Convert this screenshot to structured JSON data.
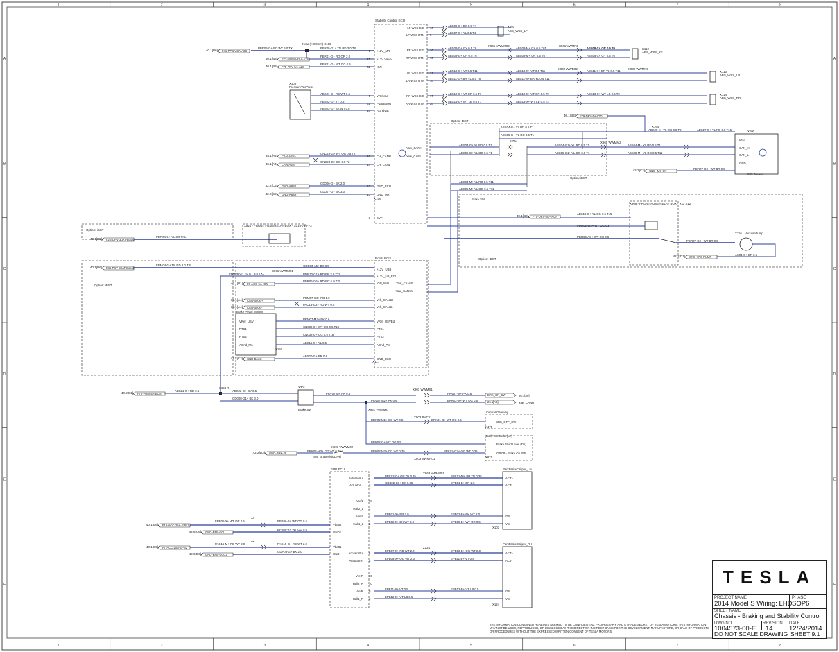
{
  "grid": {
    "columns": [
      "1",
      "2",
      "3",
      "4",
      "5",
      "6",
      "7",
      "8"
    ],
    "rows": [
      "A",
      "B",
      "C",
      "D",
      "E",
      "F"
    ]
  },
  "ecus": {
    "stability": {
      "title": "Stability Control ECU",
      "ref": "X106"
    },
    "boost": {
      "title": "Boost ECU",
      "ref": "X117"
    },
    "epb": {
      "title": "EPB ECU"
    },
    "epb_lh": {
      "title": "ParkBrakeCaliper_LH",
      "ref": "X103"
    },
    "epb_rh": {
      "title": "ParkBrakeCaliper_RH",
      "ref": "X124"
    },
    "brake_pedal": {
      "title": "Brake Pedal Sensor",
      "ref": "X116"
    },
    "ims": {
      "title": "IMS Sensor",
      "ref": "X100"
    },
    "pressure": {
      "title": "PressureVacPress",
      "ref": "X103"
    },
    "vacuum_pump": {
      "title": "VacuumPump",
      "ref": "X116"
    },
    "central_gateway": {
      "title": "Central Gateway",
      "ref": "X475"
    },
    "body_controller": {
      "title": "Body Controller(LH)",
      "ref": "X821"
    }
  },
  "wheel_sensors": [
    {
      "id": "X101",
      "name": "ABS_WSS_LF"
    },
    {
      "id": "X112",
      "name": "ABS_WSS_RF"
    },
    {
      "id": "X113",
      "name": "ABS_WSS_LR"
    },
    {
      "id": "X114",
      "name": "ABS_WSS_RR"
    }
  ],
  "pins_left": [
    {
      "name": "LF WSS SIG",
      "pin": "10"
    },
    {
      "name": "LF WSS RTN",
      "pin": "8"
    },
    {
      "name": "RF WSS SIG",
      "pin": "16"
    },
    {
      "name": "RF WSS RTN",
      "pin": "15"
    },
    {
      "name": "LR WSS SIG",
      "pin": "31"
    },
    {
      "name": "LR WSS RTN",
      "pin": "18"
    },
    {
      "name": "RR WSS SIG",
      "pin": "17"
    },
    {
      "name": "RR WSS RTN",
      "pin": "28"
    }
  ],
  "pins_stab": [
    {
      "name": "+12V_MR",
      "pin": "1"
    },
    {
      "name": "+12V Valve",
      "pin": "25"
    },
    {
      "name": "IGN",
      "pin": "32"
    },
    {
      "name": "VRefVac",
      "pin": "6"
    },
    {
      "name": "PVacBoost",
      "pin": "41"
    },
    {
      "name": "AGndVac",
      "pin": "10"
    },
    {
      "name": "CH_CANH",
      "pin": "26"
    },
    {
      "name": "CH_CANL",
      "pin": "14"
    },
    {
      "name": "GND_ECU",
      "pin": "10"
    },
    {
      "name": "GND_MR",
      "pin": "13"
    },
    {
      "name": "EVP",
      "pin": "3"
    }
  ],
  "pins_boost": [
    {
      "name": "+12V_UBB",
      "pin": "1"
    },
    {
      "name": "+12V_UB_ECU",
      "pin": "17"
    },
    {
      "name": "IGN_WAU",
      "pin": "20"
    },
    {
      "name": "Veh_CAN1H",
      "pin": "25"
    },
    {
      "name": "Veh_CAN1L",
      "pin": "16"
    },
    {
      "name": "VRef_USVEd",
      "pin": "2"
    },
    {
      "name": "PTS1",
      "pin": "22"
    },
    {
      "name": "PTS2",
      "pin": "23"
    },
    {
      "name": "AGnd_Pts",
      "pin": "8"
    },
    {
      "name": "GND_ECU",
      "pin": "5"
    },
    {
      "name": "Yaw_CAN1P",
      "pin": "16"
    },
    {
      "name": "Yaw_CAN1M",
      "pin": "2117"
    }
  ],
  "pins_pedal": [
    {
      "name": "VRef_USV",
      "pin": "1"
    },
    {
      "name": "PTS1",
      "pin": "2"
    },
    {
      "name": "PTS2",
      "pin": "4"
    },
    {
      "name": "AGnd_Pts",
      "pin": "3"
    }
  ],
  "pins_epb_lh": [
    {
      "name": "ActuatorL+",
      "pin": "4"
    },
    {
      "name": "ActuatorL-",
      "pin": "3"
    },
    {
      "name": "VrefL",
      "pin": "18"
    },
    {
      "name": "Hall2_L",
      "pin": "1"
    },
    {
      "name": "VrefL",
      "pin": "1"
    },
    {
      "name": "Hall1_L",
      "pin": "2"
    }
  ],
  "pins_epb_rh": [
    {
      "name": "ActuatorR+",
      "pin": "6"
    },
    {
      "name": "ActuatorR-",
      "pin": "5"
    },
    {
      "name": "VrefR",
      "pin": "15"
    },
    {
      "name": "Hall2_R",
      "pin": "10"
    },
    {
      "name": "VrefR",
      "pin": "9"
    },
    {
      "name": "Hall1_R",
      "pin": "3"
    }
  ],
  "pins_epb_ps": [
    {
      "name": "Vbatt2",
      "pin": "2"
    },
    {
      "name": "GND2",
      "pin": "7"
    },
    {
      "name": "Vbatt1",
      "pin": "8"
    },
    {
      "name": "GND",
      "pin": "9"
    }
  ],
  "pins_caliper": [
    {
      "name": "ACT+",
      "pin": "1"
    },
    {
      "name": "ACT-",
      "pin": "1"
    },
    {
      "name": "GS",
      "pin": "2"
    },
    {
      "name": "Vin",
      "pin": "1"
    }
  ],
  "wires": [
    "ABS06-G+ BK 0.5 T4",
    "ABS07-G+ YL 0.5 T4",
    "ABS08-G+ GY 0.5 T6",
    "ABS09-G+ OR 0.5 T6",
    "ABS08-M+ GY 0.5 T6T",
    "ABS09-M+ OR 0.5 T6T",
    "ABS08-X+ GY 0.5 T6",
    "ABS09-X+ OR 0.5 T6",
    "ABS10-G+ VT 0.5 T11",
    "ABS11-G+ BR YL 0.5 T6",
    "ABS10-M+ VT 0.5 T18",
    "ABS11-M+ BR YL 0.5 T18",
    "ABS10-X+ VT 0.5 T11",
    "ABS11-X+ BR YL 0.5 T11",
    "ABS12-G+ VT OR 0.5 T7",
    "ABS13-G+ WT LB 0.5 T7",
    "ABS12-M+ VT OR 0.5 T16",
    "ABS13-M+ WT LB 0.5 T15",
    "ABS12-X+ VT OR 0.5 T2",
    "ABS13-X+ WT LB 0.5 T2",
    "PBR05-G+ RD WT 6.0 TXL",
    "PBR05-G1+ TN RD 3.0 TXL",
    "PBR01-G+ RD OR 2.0",
    "PBR21-G+ WT OG 0.5",
    "ABS01-G+ RD WT 0.5",
    "ABS02-G+ YT 0.5",
    "ABS03-G+ BK WT 0.6",
    "CNC23-G+ WT OG 0.5 T2",
    "CNC24-G+ OG 0.5 T2",
    "GD006-G+ BK 2.0",
    "GD007-G+ BK 3.0",
    "ABS04-G+ YL RD 0.5 T1",
    "ABS05-G+ YL OG 0.5 T1",
    "ABS16-G+ YL RD 2.6 T10",
    "ABS16-G+ YL OG 0.5 T10",
    "ABS04-G1+ YL RD 0.5 T1",
    "ABS05-G1+ YL OG 0.5 T1",
    "ABS04-M+ YL RD 0.5 T11",
    "ABS05-M+ YL OG 0.5 T11",
    "ABS24-X+ YL RD 0.5 T2",
    "ABS25-X+ YL OG 0.5 T2",
    "ABS17-G+ YL RD 0.5 T15",
    "ABS18-G+ YL OG 0.5 T15",
    "PDR06-W5+ WT OG 0.5",
    "PDR06-AS+ WT OG 0.5",
    "PDR07-G2+ WT BR 0.5",
    "AS04-G+ BR 0.5",
    "PDR04-G+ YL 3.0 TXL",
    "EPM04-G+ TN RD 3.0 TXL",
    "GDS04-G+ BK 3.0",
    "GDD03-A5+ BK 3.5",
    "PDR10-G1+ RD BR 3.0 TXL",
    "PBR06-G6+ RD WT 5.0 TXL",
    "PBM06-G+ YL GY 3.0 TXL",
    "PRM07-G3+ RD 1.0",
    "PAC13-G2+ RD WT 0.5",
    "PRM07-M2+ PK 0.6",
    "CN032-G+ WT OG 0.5 T18",
    "CN032-G+ OG 0.5 T18",
    "ABS15-G+ YL 0.5",
    "ABS20-G+ BR 0.6",
    "ABS21-G+ RD 0.6",
    "ABS22-G+ GY 0.5",
    "GD008-G1+ BK 3.0",
    "PRV07-M+ PK 0.6",
    "PRV07-M2+ PK 0.6",
    "PRV07-M+ PK 0.6",
    "BRK02-M+ WT OG 0.5",
    "BRK02-M1+ OG WT 0.5",
    "BRK01-G+ WT OG 0.5",
    "BRK02-G+ WT OG 0.5",
    "BRK02-M2+ OG WT 0.35",
    "BRK02-G2+ OG WT 0.35",
    "BRK02-M3+ OG WT 0.35",
    "BRK02-G+ GN TN 0.35",
    "BRK02-M+ BR TN 0.35",
    "GDB02-G6+ BK 0.35",
    "EPB01-B+ BR 2.0",
    "EPB01-X+ BR 2.0",
    "EPB02-B+ BK WT 2.0",
    "EPB02-X+ BK WT 2.0",
    "EPB05-B+ WT OR 0.5",
    "EPB05-X+ WT OR 0.5",
    "EPB06-B+ WT OG 0.5",
    "EPB06-X+ WT OG 0.5",
    "PAC15-M+ RD WT 2.0",
    "PAC15-G+ RD WT 2.0",
    "GDP03-G+ BK 2.0",
    "PAC16-M+ RD BK 2.0",
    "PAC16-B+ RD BK 2.0",
    "GDP02-B7+ BK 2.0",
    "EPB07-B+ RD WT 2.0",
    "EPB07-X+ RD WT 2.0",
    "EPB08-B+ OG WT 2.0",
    "EPB08-X+ OG WT 2.0",
    "EPB11-B+ VT 0.5",
    "EPB11-X+ VT 0.5",
    "EPB12-B+ VT LB 0.5",
    "EPB12-X+ VT LB 0.5"
  ],
  "connectors": [
    "X101",
    "X111",
    "X112",
    "X113",
    "X114",
    "X100",
    "X106",
    "X117",
    "X116",
    "X103",
    "X124",
    "X901 VWMM02",
    "X901 VWMN2",
    "X902 WWD02",
    "X932 WWMK5",
    "X961 WWMM2",
    "X764",
    "X966 - FRONT FUSE/RELAY BOX - X11 X12",
    "X921 - FRONT FUSE/RELAY BOX - X01-F71-F73",
    "X961 VWMM01",
    "X301",
    "X901 WWMS1",
    "X903 PHC51",
    "X110",
    "X901 VWWM02",
    "X903 VWMR01",
    "X961 VWMM01",
    "X963 VWMM01",
    "Z124",
    "Z71",
    "X4",
    "X2",
    "X104 R",
    "X961 VWMM4"
  ],
  "fuses": [
    {
      "ref": "40.1[B6]",
      "name": "F41-PPB-VCA-A2S"
    },
    {
      "ref": "40.1[B3]",
      "name": "F77-VPRM-2SA-A2S"
    },
    {
      "ref": "40.1[B3]",
      "name": "F75-PRV-5A-A2S"
    },
    {
      "ref": "35.1[A4]",
      "name": "CAN-ABS+"
    },
    {
      "ref": "35.1[A4]",
      "name": "CAN-ABS-"
    },
    {
      "ref": "42.2[C3]",
      "name": "GND-ABS1"
    },
    {
      "ref": "42.2[C2]",
      "name": "GND-ABS2"
    },
    {
      "ref": "40.1[B3]",
      "name": "F79-DRV-5A-IGD"
    },
    {
      "ref": "42.2[C3]",
      "name": "GND-IMS-SN"
    },
    {
      "ref": "40.1[B3]",
      "name": "F75-DRV-5A-VACP"
    },
    {
      "ref": "42.2[D1]",
      "name": "GND-VAC PUMP"
    },
    {
      "ref": "40.1[B5]",
      "name": "F2S-DRV-30AT-Boost"
    },
    {
      "ref": "40.1[B6]",
      "name": "F81-PSP-30AT-Boost"
    },
    {
      "ref": "40.1[B1]",
      "name": "F6-ACC-5A-IGN"
    },
    {
      "ref": "35.1[A4]",
      "name": "CAN-Boost+"
    },
    {
      "ref": "35.1[A4]",
      "name": "CAN-Boost-"
    },
    {
      "ref": "42.2[C3]",
      "name": "GND-Boost"
    },
    {
      "ref": "40.2[E1]",
      "name": "F72-PRM-5A-BOS"
    },
    {
      "ref": "42.2[D3]",
      "name": "GND-BRK-FL"
    },
    {
      "ref": "40.1[B6]",
      "name": "F16-ACC-20A-EPB1"
    },
    {
      "ref": "42.6[C6]",
      "name": "GND-EPB-ECU"
    },
    {
      "ref": "40.1[B6]",
      "name": "F7-ACC-20A-EPB2"
    },
    {
      "ref": "42.6[D6]",
      "name": "GND-EPB-ECU2"
    }
  ],
  "annotations": [
    "Near (+300mm) X106",
    "Option: iBST",
    "Option: iBST",
    "Option: iBST",
    "Option: iBST",
    "Option: iBST",
    "Joint Connector-2x2way LOCATION: Near X148",
    "Brake SW",
    "SW_BrakeFluidLevel",
    "Brake On Switch (B2)",
    "Brake Fluid Level (D1)",
    "GPI08 - Brake On SW",
    "BRK_OFF_SW",
    "BRK_ON_SW",
    "26.1[A6]",
    "26.1[A6]",
    "Yaw_CANH",
    "Yaw_CANL",
    "CAN_H",
    "CAN_L",
    "IGN",
    "GND"
  ],
  "title_block": {
    "logo": "TESLA",
    "project_label": "PROJECT NAME",
    "project": "2014 Model S Wiring: LHD",
    "phase_label": "PHASE",
    "phase": "SOP6",
    "sheet_name_label": "SHEET NAME",
    "sheet_name": "Chassis - Braking and Stability Control",
    "drawing_label": "DWG NO",
    "drawing": "1004573-00-E",
    "rev_label": "REVISION",
    "rev": "14",
    "date_label": "DATE",
    "date": "12/24/2014",
    "no_scale": "DO NOT SCALE DRAWING",
    "sheet": "SHEET 9.1"
  },
  "disclaimer": "THE INFORMATION CONTAINED HEREIN IS DEEMED TO BE CONFIDENTIAL, PROPRIETARY, AND A TRADE SECRET OF TESLA MOTORS. THIS INFORMATION MAY NOT BE USED, REPRODUCED, OR DISCLOSED AS THE DIRECT OR INDIRECT BASIS FOR THE DEVELOPMENT, MANUFACTURE, OR SALE OF PRODUCTS OR PROCEDURES WITHOUT THE EXPRESSED WRITTEN CONSENT OF TESLA MOTORS.",
  "colors": {
    "wire": "#2a3f9c",
    "line": "#222222",
    "dash": "#555555"
  }
}
